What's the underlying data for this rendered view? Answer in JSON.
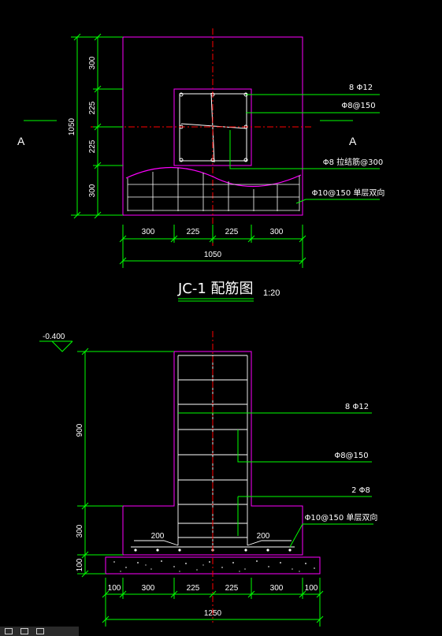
{
  "plan": {
    "section_mark_left": "A",
    "section_mark_right": "A",
    "vertical_dims": [
      "300",
      "225",
      "225",
      "300"
    ],
    "vertical_total": "1050",
    "horizontal_dims": [
      "300",
      "225",
      "225",
      "300"
    ],
    "horizontal_total": "1050",
    "callouts": {
      "main_bars": "8 Φ12",
      "stirrups": "Φ8@150",
      "ties": "Φ8 拉结筋@300",
      "bottom_mesh": "Φ10@150  单层双向"
    }
  },
  "title": {
    "name": "JC-1  配筋图",
    "scale": "1:20"
  },
  "section": {
    "level": "-0.400",
    "vertical_dims": [
      "900",
      "300",
      "100"
    ],
    "step_left": "200",
    "step_right": "200",
    "callouts": {
      "main_bars": "8 Φ12",
      "stirrups": "Φ8@150",
      "extra_bars": "2 Φ8",
      "bottom_mesh": "Φ10@150  单层双向"
    },
    "horizontal_dims": [
      "100",
      "300",
      "225",
      "225",
      "300",
      "100"
    ],
    "horizontal_total": "1250"
  },
  "colors": {
    "outline": "#ff00ff",
    "dimension": "#00ff00",
    "centerline": "#ff0000",
    "rebar": "#ffffff",
    "background": "#000000"
  }
}
